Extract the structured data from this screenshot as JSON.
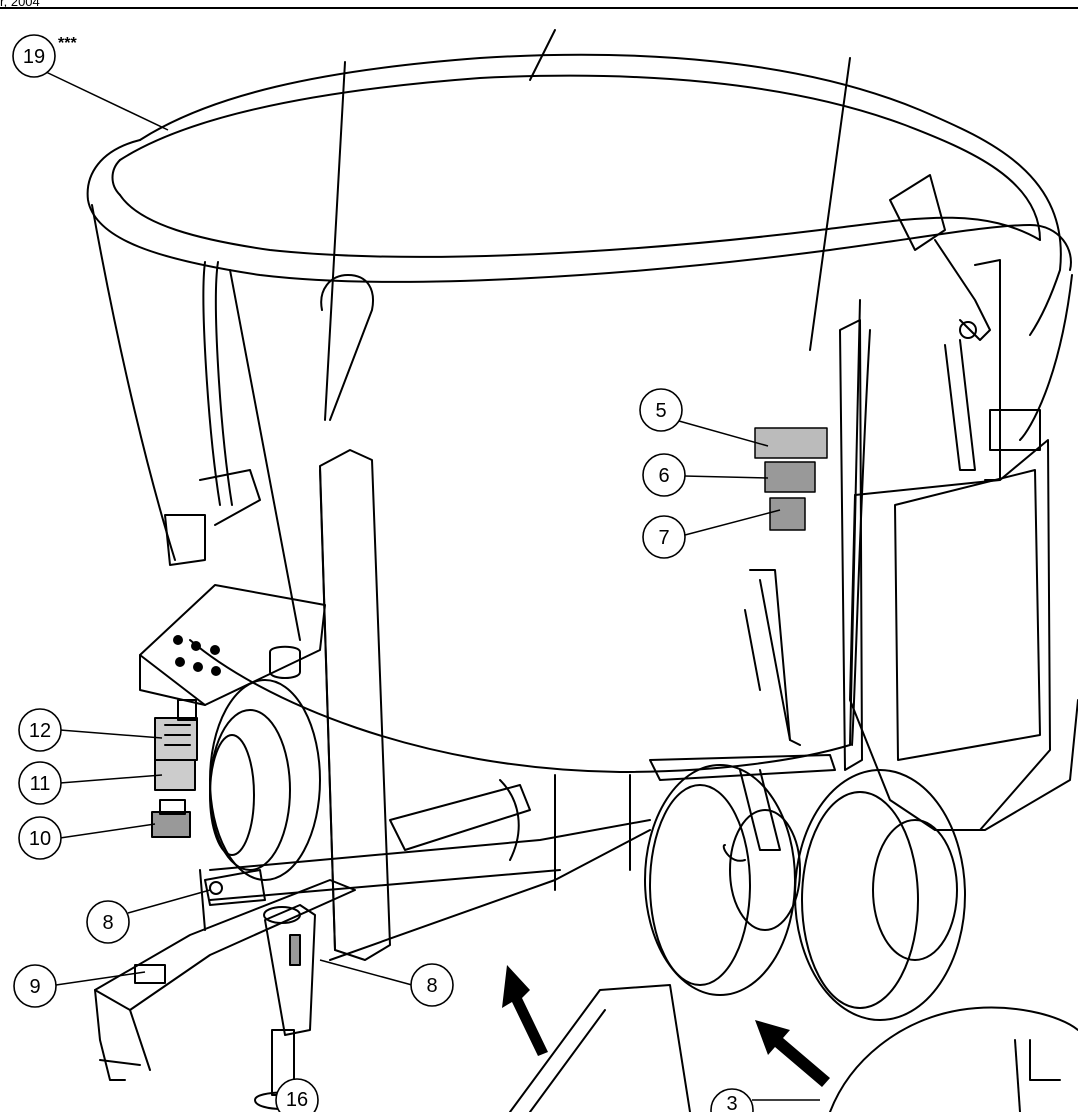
{
  "header": {
    "text": "r, 2004"
  },
  "callouts": {
    "c19": "19",
    "c19_note": "***",
    "c5": "5",
    "c6": "6",
    "c7": "7",
    "c12": "12",
    "c11": "11",
    "c10": "10",
    "c8a": "8",
    "c8b": "8",
    "c9": "9",
    "c16": "16",
    "c3": "3"
  }
}
